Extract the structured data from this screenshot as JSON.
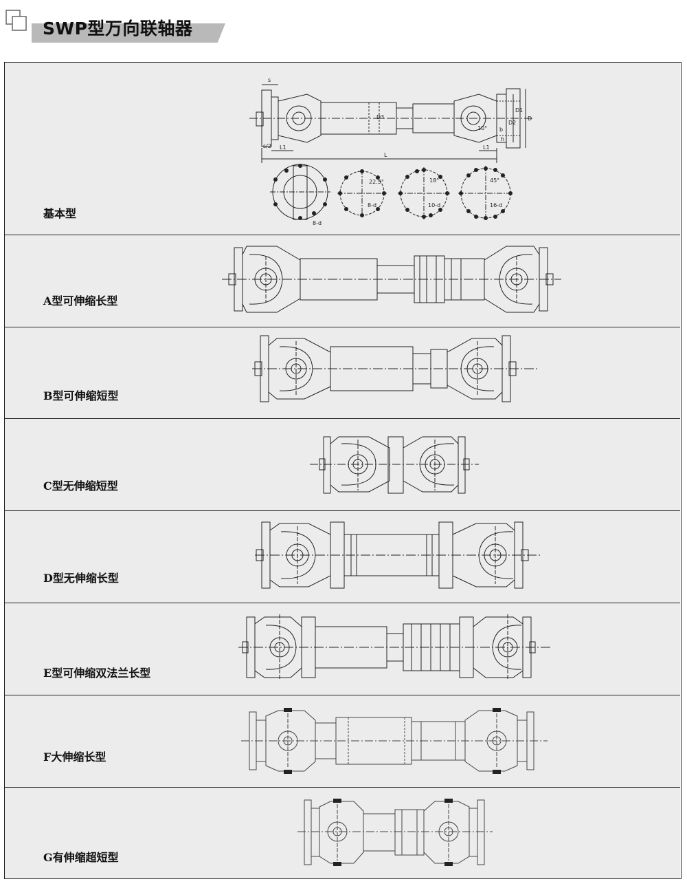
{
  "page": {
    "title": "SWP型万向联轴器"
  },
  "rows": [
    {
      "label": "基本型"
    },
    {
      "label": "A型可伸缩长型"
    },
    {
      "label": "B型可伸缩短型"
    },
    {
      "label": "C型无伸缩短型"
    },
    {
      "label": "D型无伸缩长型"
    },
    {
      "label": "E型可伸缩双法兰长型"
    },
    {
      "label": "F大伸缩长型"
    },
    {
      "label": "G有伸缩超短型"
    }
  ],
  "basic_dims": {
    "s": "s",
    "L": "L",
    "L1_left": "L1",
    "L1_right": "L1",
    "D": "D",
    "D1": "D1",
    "D2": "D2",
    "D3": "D3",
    "s2": "s/2",
    "b": "b",
    "h": "h",
    "angle": "10°",
    "bolt_8": "8-d",
    "bolt_8b": "8-d",
    "bolt_10": "10-d",
    "bolt_16": "16-d",
    "ang_22": "22.5°",
    "ang_18": "18°",
    "ang_45": "45°"
  }
}
